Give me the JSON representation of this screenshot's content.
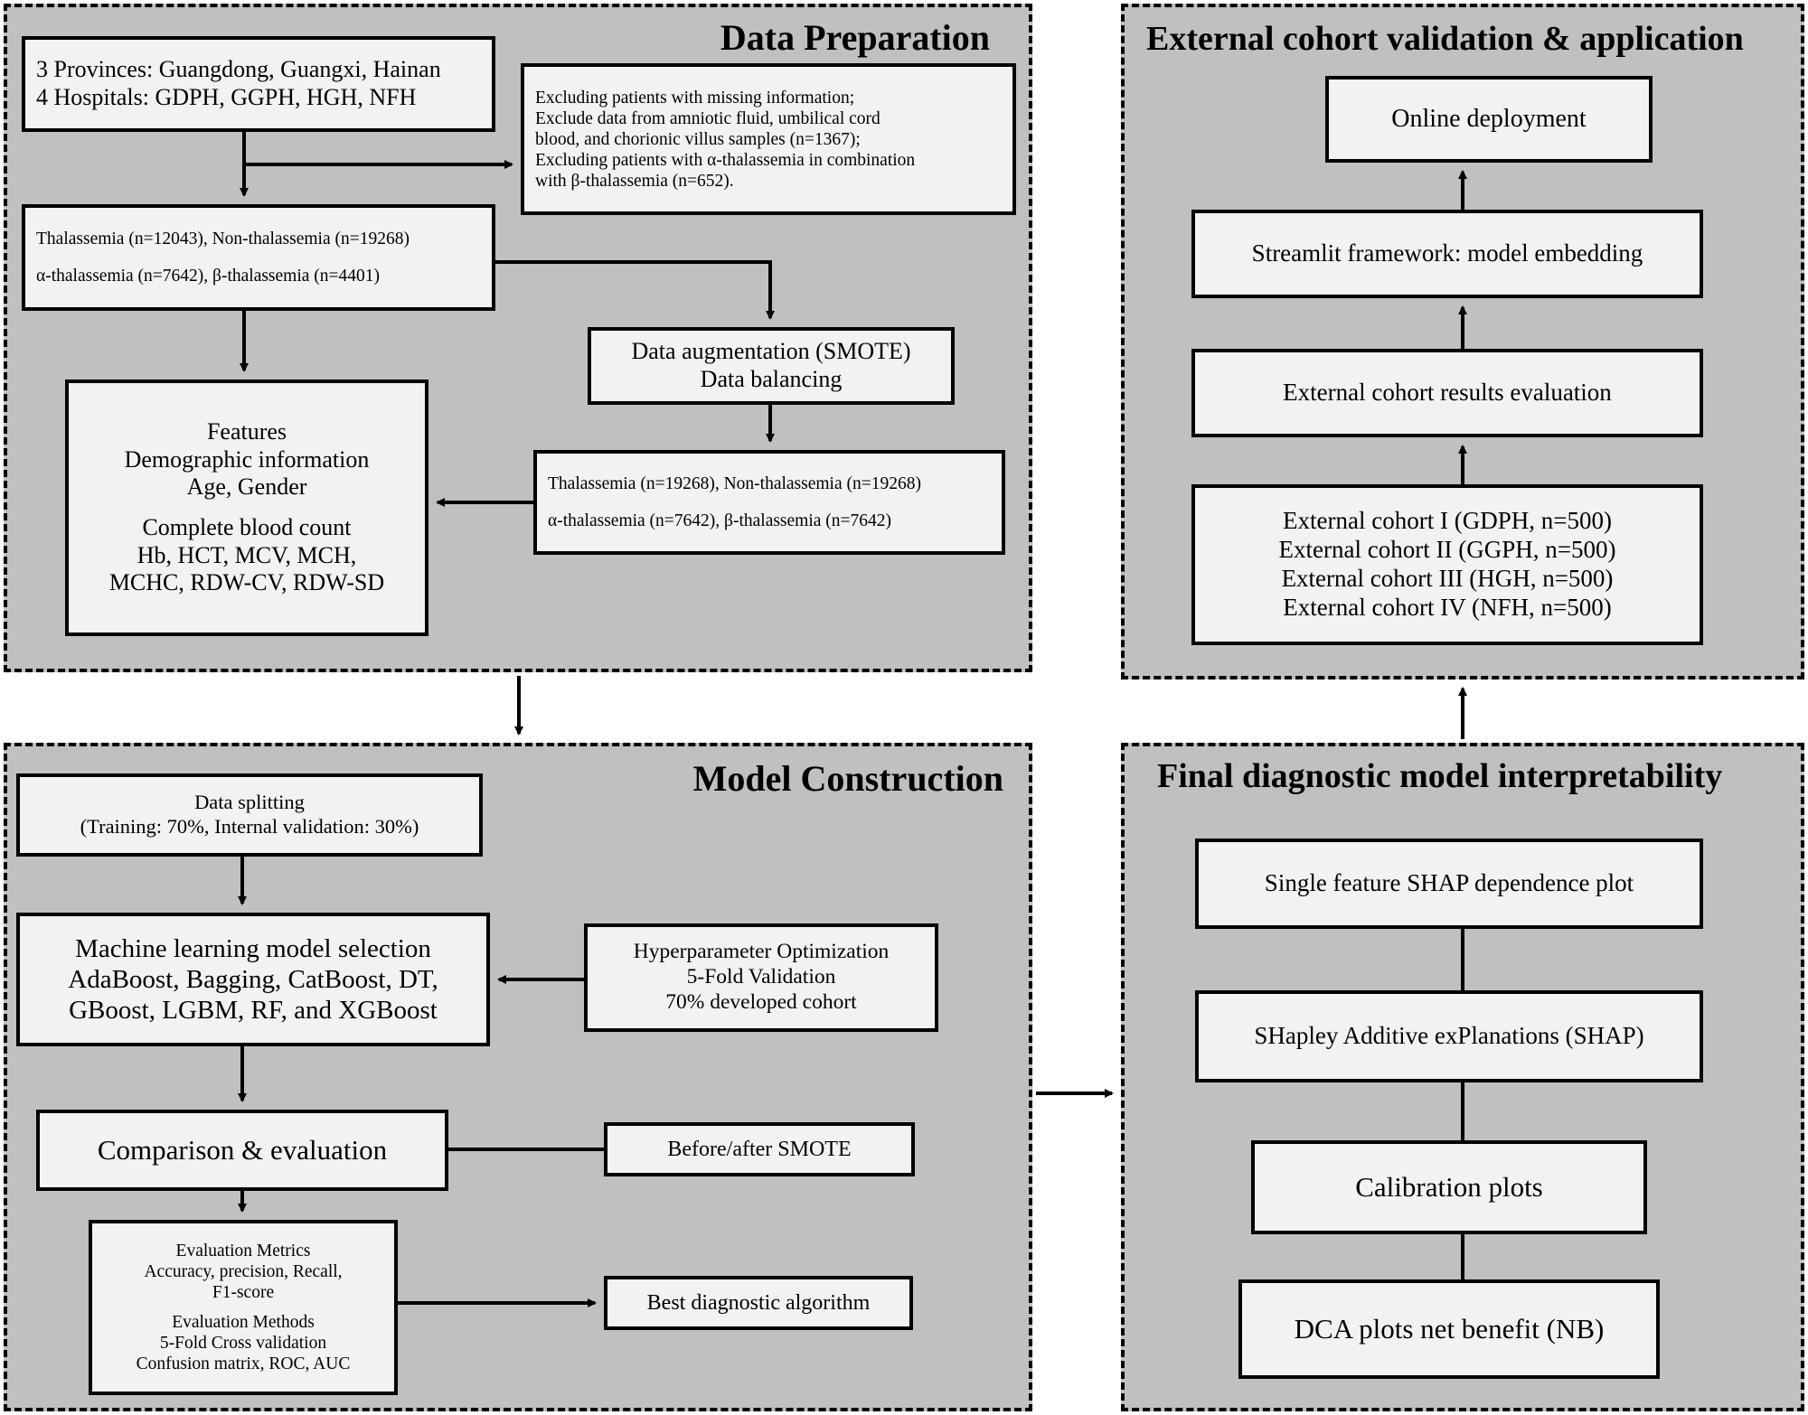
{
  "panels": {
    "data_prep": {
      "title": "Data Preparation",
      "source_lines": [
        "3 Provinces: Guangdong, Guangxi, Hainan",
        "4 Hospitals: GDPH,  GGPH,  HGH,  NFH"
      ],
      "exclusion_lines": [
        "Excluding patients with missing information;",
        "Exclude data from amniotic fluid, umbilical cord",
        "blood, and chorionic villus samples (n=1367);",
        "Excluding patients with α-thalassemia in combination",
        "with β-thalassemia (n=652)."
      ],
      "cohort_lines": [
        "Thalassemia (n=12043), Non-thalassemia (n=19268)",
        "α-thalassemia (n=7642), β-thalassemia (n=4401)"
      ],
      "augment_lines": [
        "Data augmentation (SMOTE)",
        "Data balancing"
      ],
      "balanced_lines": [
        "Thalassemia (n=19268), Non-thalassemia (n=19268)",
        "α-thalassemia (n=7642), β-thalassemia (n=7642)"
      ],
      "features_lines_a": [
        "Features",
        "Demographic information",
        "Age, Gender"
      ],
      "features_lines_b": [
        "Complete blood count",
        "Hb, HCT, MCV, MCH,",
        "MCHC, RDW-CV, RDW-SD"
      ]
    },
    "model": {
      "title": "Model Construction",
      "split_lines": [
        "Data splitting",
        "(Training: 70%, Internal validation: 30%)"
      ],
      "selection_lines": [
        "Machine learning model selection",
        "AdaBoost, Bagging,  CatBoost, DT,",
        "GBoost, LGBM, RF, and XGBoost"
      ],
      "hyper_lines": [
        "Hyperparameter Optimization",
        "5-Fold Validation",
        "70% developed cohort"
      ],
      "comparison": "Comparison  & evaluation",
      "smote": "Before/after SMOTE",
      "metrics_lines_a": [
        "Evaluation  Metrics",
        "Accuracy, precision, Recall,",
        "F1-score"
      ],
      "metrics_lines_b": [
        "Evaluation  Methods",
        "5-Fold Cross validation",
        "Confusion matrix, ROC, AUC"
      ],
      "best": "Best diagnostic algorithm"
    },
    "external": {
      "title": "External cohort validation & application",
      "online": "Online deployment",
      "streamlit": "Streamlit framework:  model embedding",
      "evaluation": "External cohort results evaluation",
      "cohorts": [
        "External cohort I (GDPH, n=500)",
        "External cohort II (GGPH, n=500)",
        "External cohort III (HGH, n=500)",
        "External cohort IV (NFH, n=500)"
      ]
    },
    "interp": {
      "title": "Final diagnostic model interpretability",
      "dependence": "Single feature SHAP dependence plot",
      "shap": "SHapley Additive exPlanations (SHAP)",
      "calibration": "Calibration  plots",
      "dca": "DCA plots net benefit (NB)"
    }
  }
}
